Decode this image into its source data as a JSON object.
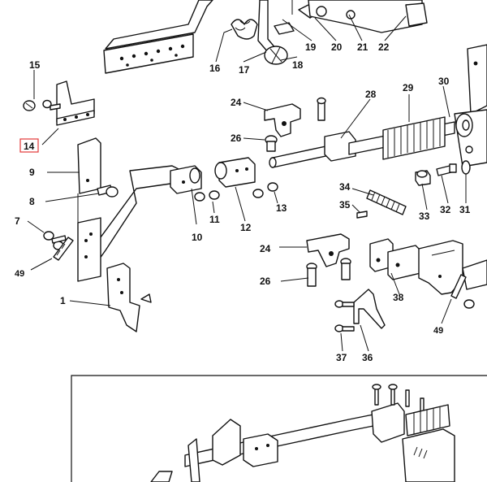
{
  "callouts": [
    {
      "id": "c15",
      "text": "15"
    },
    {
      "id": "c14",
      "text": "14",
      "highlighted": true
    },
    {
      "id": "c9",
      "text": "9"
    },
    {
      "id": "c8",
      "text": "8"
    },
    {
      "id": "c7",
      "text": "7"
    },
    {
      "id": "c49a",
      "text": "49"
    },
    {
      "id": "c1",
      "text": "1"
    },
    {
      "id": "c10",
      "text": "10"
    },
    {
      "id": "c11",
      "text": "11"
    },
    {
      "id": "c12",
      "text": "12"
    },
    {
      "id": "c13",
      "text": "13"
    },
    {
      "id": "c16",
      "text": "16"
    },
    {
      "id": "c17",
      "text": "17"
    },
    {
      "id": "c18",
      "text": "18"
    },
    {
      "id": "c19",
      "text": "19"
    },
    {
      "id": "c20",
      "text": "20"
    },
    {
      "id": "c21",
      "text": "21"
    },
    {
      "id": "c22",
      "text": "22"
    },
    {
      "id": "c24a",
      "text": "24"
    },
    {
      "id": "c26a",
      "text": "26"
    },
    {
      "id": "c28",
      "text": "28"
    },
    {
      "id": "c29",
      "text": "29"
    },
    {
      "id": "c30",
      "text": "30"
    },
    {
      "id": "c31",
      "text": "31"
    },
    {
      "id": "c32",
      "text": "32"
    },
    {
      "id": "c33",
      "text": "33"
    },
    {
      "id": "c34",
      "text": "34"
    },
    {
      "id": "c35",
      "text": "35"
    },
    {
      "id": "c24b",
      "text": "24"
    },
    {
      "id": "c26b",
      "text": "26"
    },
    {
      "id": "c38",
      "text": "38"
    },
    {
      "id": "c49b",
      "text": "49"
    },
    {
      "id": "c36",
      "text": "36"
    },
    {
      "id": "c37",
      "text": "37"
    }
  ],
  "highlight_color": "#e23a3a"
}
